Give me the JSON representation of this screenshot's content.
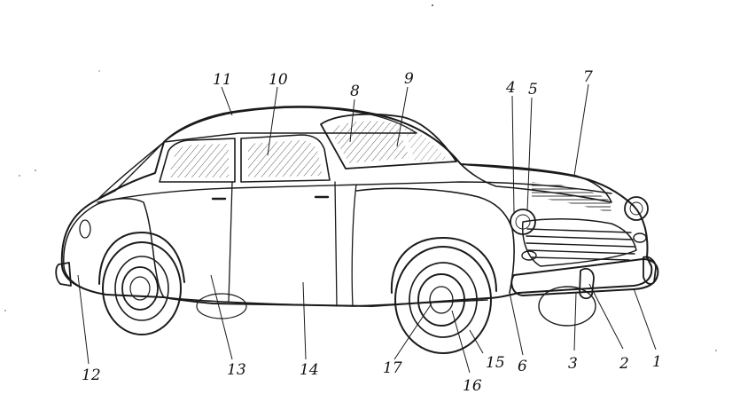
{
  "figure": {
    "callouts": [
      {
        "id": "1",
        "label": "1"
      },
      {
        "id": "2",
        "label": "2"
      },
      {
        "id": "3",
        "label": "3"
      },
      {
        "id": "4",
        "label": "4"
      },
      {
        "id": "5",
        "label": "5"
      },
      {
        "id": "6",
        "label": "6"
      },
      {
        "id": "7",
        "label": "7"
      },
      {
        "id": "8",
        "label": "8"
      },
      {
        "id": "9",
        "label": "9"
      },
      {
        "id": "10",
        "label": "10"
      },
      {
        "id": "11",
        "label": "11"
      },
      {
        "id": "12",
        "label": "12"
      },
      {
        "id": "13",
        "label": "13"
      },
      {
        "id": "14",
        "label": "14"
      },
      {
        "id": "15",
        "label": "15"
      },
      {
        "id": "16",
        "label": "16"
      },
      {
        "id": "17",
        "label": "17"
      }
    ]
  }
}
